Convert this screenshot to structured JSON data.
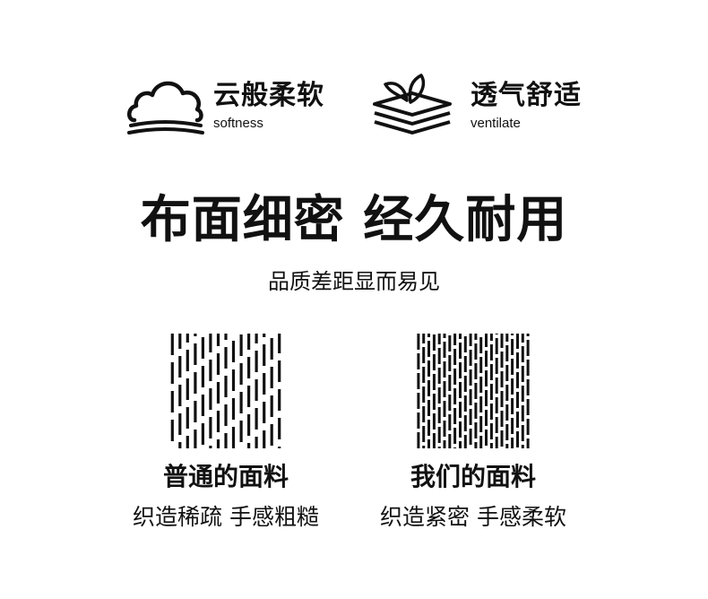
{
  "features": [
    {
      "icon": "cloud-icon",
      "title": "云般柔软",
      "subtitle": "softness"
    },
    {
      "icon": "layers-leaf-icon",
      "title": "透气舒适",
      "subtitle": "ventilate"
    }
  ],
  "headline": "布面细密 经久耐用",
  "subline": "品质差距显而易见",
  "comparison": [
    {
      "title": "普通的面料",
      "desc": "织造稀疏 手感粗糙"
    },
    {
      "title": "我们的面料",
      "desc": "织造紧密 手感柔软"
    }
  ]
}
